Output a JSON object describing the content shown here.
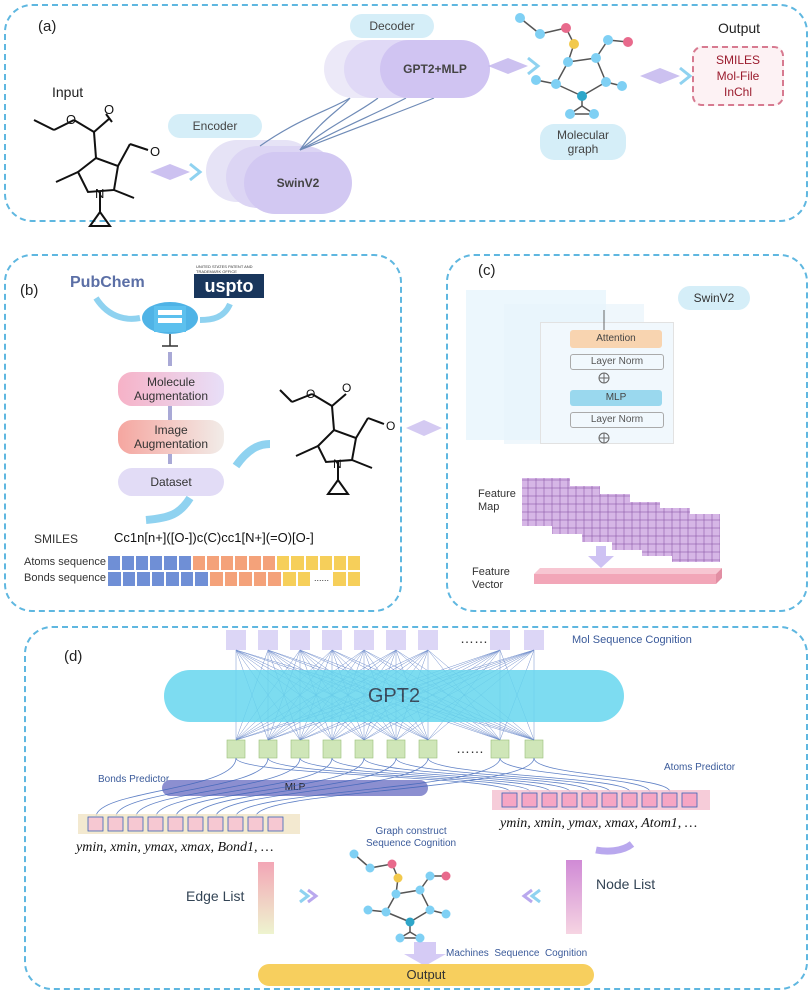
{
  "panel_a": {
    "label": "(a)",
    "input_label": "Input",
    "encoder_label": "Encoder",
    "encoder_block": "SwinV2",
    "decoder_label": "Decoder",
    "decoder_block": "GPT2+MLP",
    "molgraph_label_1": "Molecular",
    "molgraph_label_2": "graph",
    "output_label": "Output",
    "outputs": [
      "SMILES",
      "Mol-File",
      "InChl"
    ]
  },
  "panel_b": {
    "label": "(b)",
    "pubchem": "PubChem",
    "uspto_small": "UNITED STATES PATENT AND TRADEMARK OFFICE",
    "uspto": "uspto",
    "steps": [
      "Molecule Augmentation",
      "Image Augmentation",
      "Dataset"
    ],
    "smiles_label": "SMILES",
    "smiles_value": "Cc1n[n+]([O-])c(C)cc1[N+](=O)[O-]",
    "atoms_seq_label": "Atoms sequence",
    "bonds_seq_label": "Bonds sequence",
    "ellipsis": "......"
  },
  "panel_c": {
    "label": "(c)",
    "swin_label": "SwinV2",
    "blocks": [
      "Attention",
      "Layer Norm",
      "MLP",
      "Layer Norm"
    ],
    "feature_map_1": "Feature",
    "feature_map_2": "Map",
    "feature_vector_1": "Feature",
    "feature_vector_2": "Vector"
  },
  "panel_d": {
    "label": "(d)",
    "mol_seq": "Mol Sequence Cognition",
    "gpt2": "GPT2",
    "bonds_predictor": "Bonds Predictor",
    "atoms_predictor": "Atoms Predictor",
    "mlp": "MLP",
    "bonds_formula": "ymin, xmin, ymax, xmax, Bond1, …",
    "atoms_formula": "ymin, xmin, ymax, xmax, Atom1, …",
    "graph_construct_1": "Graph construct",
    "graph_construct_2": "Sequence Cognition",
    "edge_list": "Edge List",
    "node_list": "Node List",
    "machines": "Machines  Sequence  Cognition",
    "output": "Output",
    "dots": "……"
  },
  "colors": {
    "panel_border": "#5fb7e0",
    "gpt2_fill": "#66d6ee",
    "output_fill": "#f7cf5e",
    "atoms_seq": [
      "#6f8fd6",
      "#f4a27a",
      "#f6cf5a"
    ],
    "output_text": "#9b1c2e"
  }
}
